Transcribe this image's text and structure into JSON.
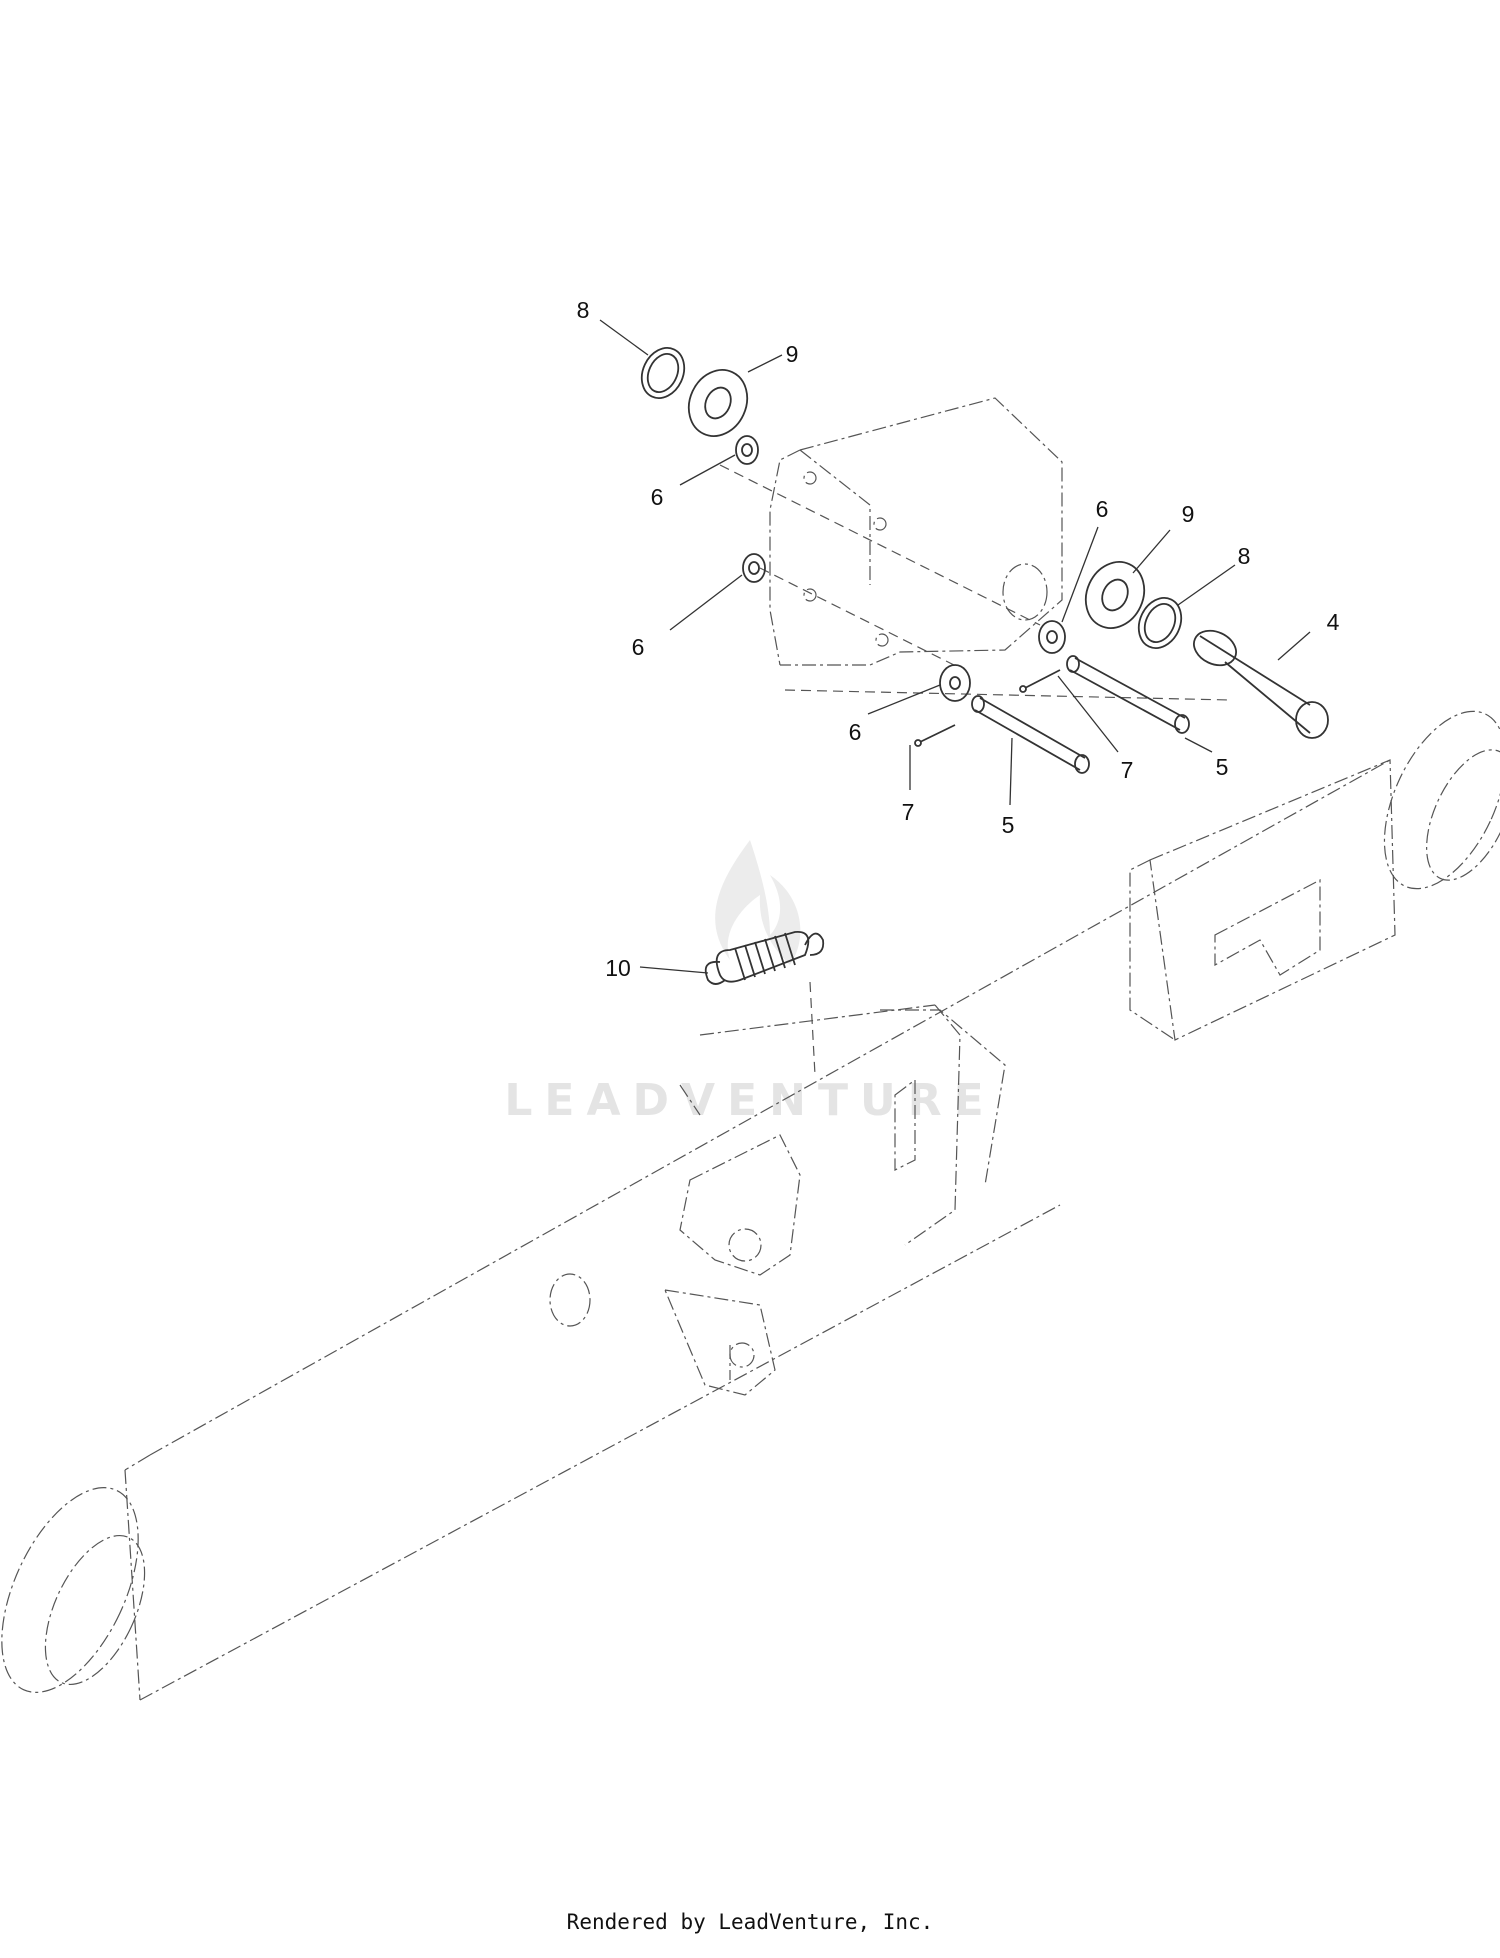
{
  "callouts": [
    {
      "id": "c8a",
      "text": "8"
    },
    {
      "id": "c9a",
      "text": "9"
    },
    {
      "id": "c6a",
      "text": "6"
    },
    {
      "id": "c6b",
      "text": "6"
    },
    {
      "id": "c6c",
      "text": "6"
    },
    {
      "id": "c9b",
      "text": "9"
    },
    {
      "id": "c8b",
      "text": "8"
    },
    {
      "id": "c4",
      "text": "4"
    },
    {
      "id": "c6d",
      "text": "6"
    },
    {
      "id": "c7a",
      "text": "7"
    },
    {
      "id": "c5a",
      "text": "5"
    },
    {
      "id": "c7b",
      "text": "7"
    },
    {
      "id": "c5b",
      "text": "5"
    },
    {
      "id": "c10",
      "text": "10"
    }
  ],
  "watermark": {
    "text": "LEADVENTURE"
  },
  "footer": {
    "text": "Rendered by LeadVenture, Inc."
  }
}
